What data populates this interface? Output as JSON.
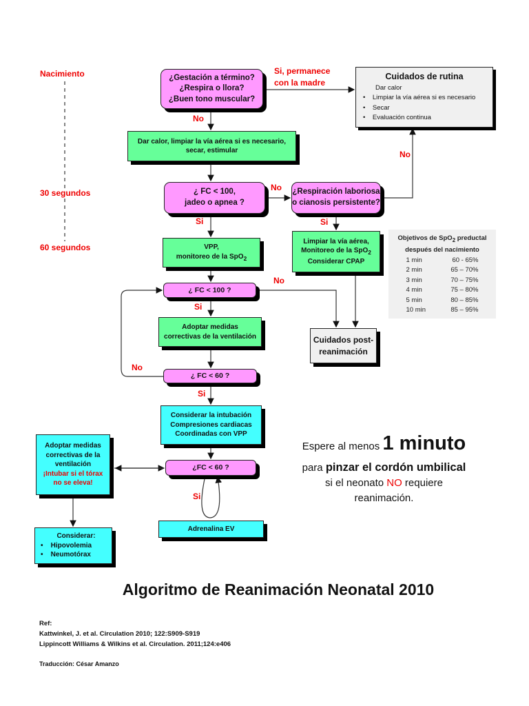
{
  "timeline": {
    "birth": "Nacimiento",
    "t30": "30 segundos",
    "t60": "60 segundos"
  },
  "nodes": {
    "q_initial": [
      "¿Gestación a término?",
      "¿Respira o llora?",
      "¿Buen tono muscular?"
    ],
    "initial_steps": [
      "Dar calor, limpiar la vía aérea si es necesario,",
      "secar, estimular"
    ],
    "q_fc100_apnea": [
      "¿ FC < 100,",
      "jadeo o apnea ?"
    ],
    "q_breathing": [
      "¿Respiración laboriosa",
      "o cianosis persistente?"
    ],
    "routine": {
      "title": "Cuidados de rutina",
      "items": [
        "Dar calor",
        "Limpiar la vía aérea si es necesario",
        "Secar",
        "Evaluación continua"
      ]
    },
    "vpp": [
      "VPP,",
      "monitoreo de la SpO",
      "2"
    ],
    "clear_airway": [
      "Limpiar la vía aérea,",
      "Monitoreo de la SpO",
      "2",
      "Considerar CPAP"
    ],
    "q_fc100": "¿ FC < 100 ?",
    "corrective": [
      "Adoptar medidas",
      "correctivas de la ventilación"
    ],
    "post_care": [
      "Cuidados post-",
      "reanimación"
    ],
    "q_fc60": "¿ FC < 60 ?",
    "intubation": [
      "Considerar la intubación",
      "Compresiones cardiacas",
      "Coordinadas con VPP"
    ],
    "q_fc60_b": "¿FC < 60 ?",
    "adrenaline": "Adrenalina EV",
    "corrective_left": [
      "Adoptar medidas",
      "correctivas de la",
      "ventilación",
      "¡Intubar si el tórax",
      "no se eleva!"
    ],
    "consider": {
      "title": "Considerar:",
      "items": [
        "Hipovolemia",
        "Neumotórax"
      ]
    }
  },
  "labels": {
    "si_stay": [
      "Si, permanece",
      "con la madre"
    ],
    "no": "No",
    "si": "Si"
  },
  "spo2": {
    "title": [
      "Objetivos de SpO",
      "2",
      " preductal",
      "después del nacimiento"
    ],
    "rows": [
      [
        "1 min",
        "60 - 65%"
      ],
      [
        "2 min",
        "65 – 70%"
      ],
      [
        "3 min",
        "70 – 75%"
      ],
      [
        "4 min",
        "75 – 80%"
      ],
      [
        "5 min",
        "80 – 85%"
      ],
      [
        "10 min",
        "85 – 95%"
      ]
    ]
  },
  "cord": {
    "l1a": "Espere al menos ",
    "l1b": "1 minuto",
    "l2a": "para ",
    "l2b": "pinzar el cordón umbilical",
    "l3a": "si el neonato ",
    "l3b": "NO",
    "l3c": " requiere",
    "l4": "reanimación."
  },
  "title": "Algoritmo de Reanimación Neonatal 2010",
  "refs": [
    "Ref:",
    "Kattwinkel, J. et al. Circulation 2010; 122:S909-S919",
    "Lippincott Williams & Wilkins et al. Circulation. 2011;124:e406"
  ],
  "translation": "Traducción: César Amanzo"
}
